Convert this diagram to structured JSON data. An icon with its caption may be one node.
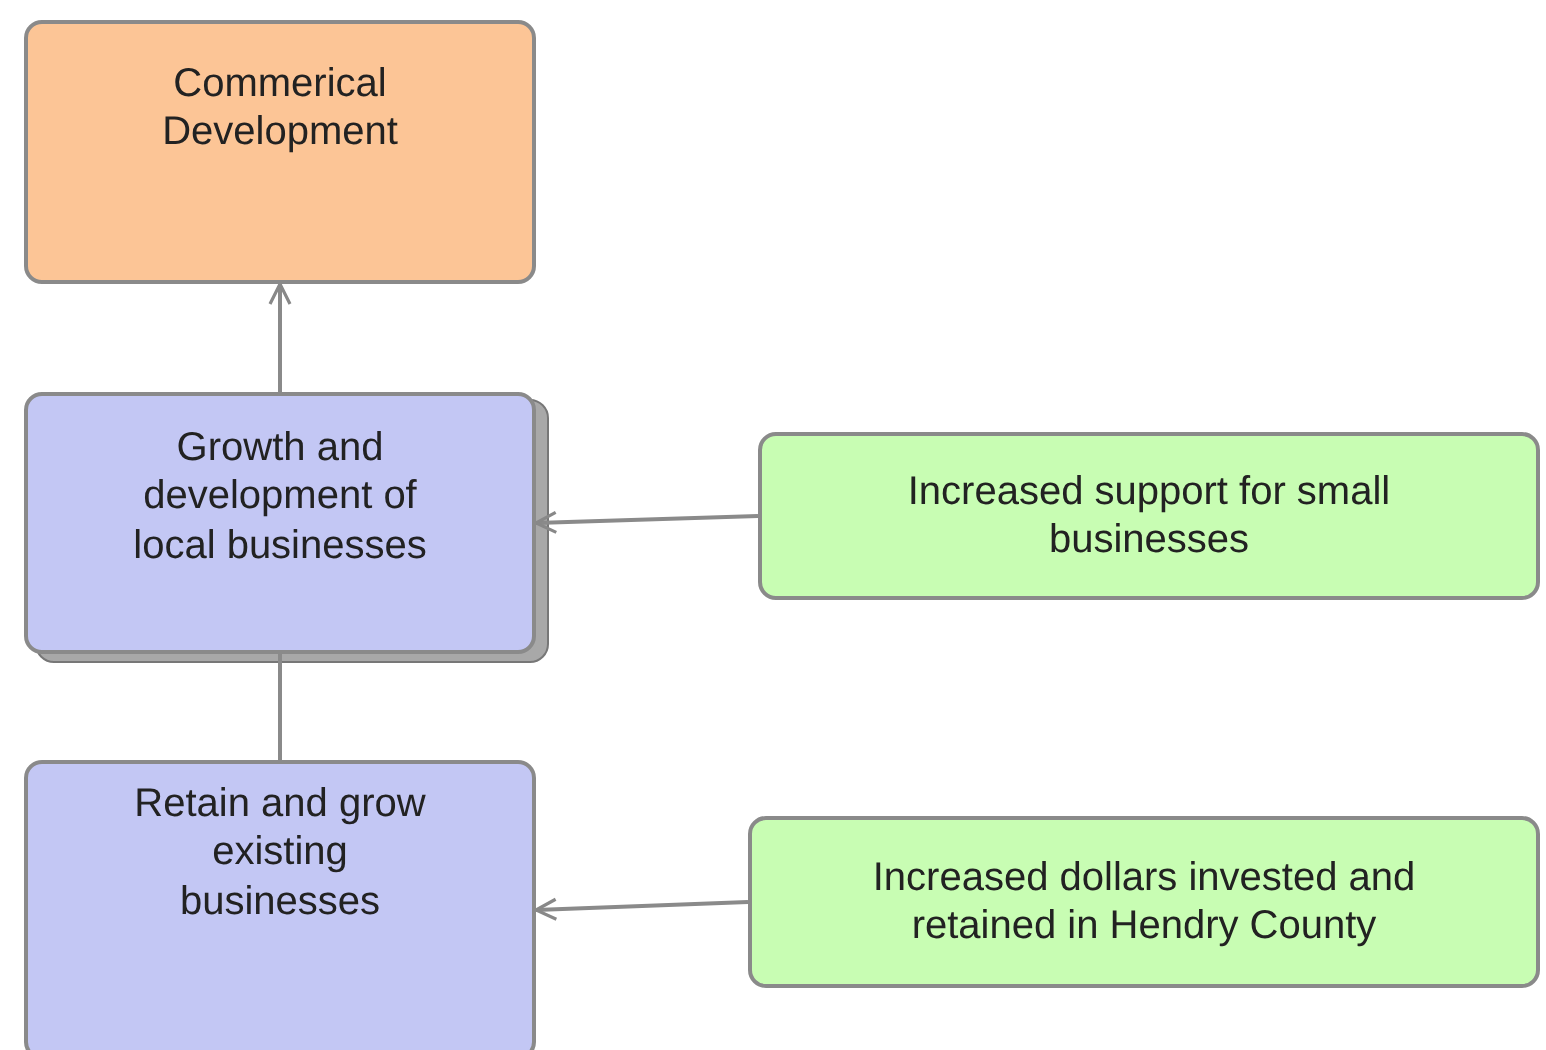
{
  "diagram": {
    "nodes": [
      {
        "text": [
          "Commerical Development"
        ]
      },
      {
        "text": [
          "Growth and development of local businesses"
        ]
      },
      {
        "text": [
          "Increased support for small businesses"
        ]
      },
      {
        "text": [
          "Retain and grow existing businesses"
        ]
      },
      {
        "text": [
          "Increased dollars invested and retained in Hendry County"
        ]
      }
    ],
    "edges": [
      {
        "from": 1,
        "to": 0,
        "arrow": "to"
      },
      {
        "from": 2,
        "to": 1,
        "arrow": "to"
      },
      {
        "from": 3,
        "to": 1,
        "arrow": "none"
      },
      {
        "from": 4,
        "to": 3,
        "arrow": "to"
      }
    ]
  }
}
